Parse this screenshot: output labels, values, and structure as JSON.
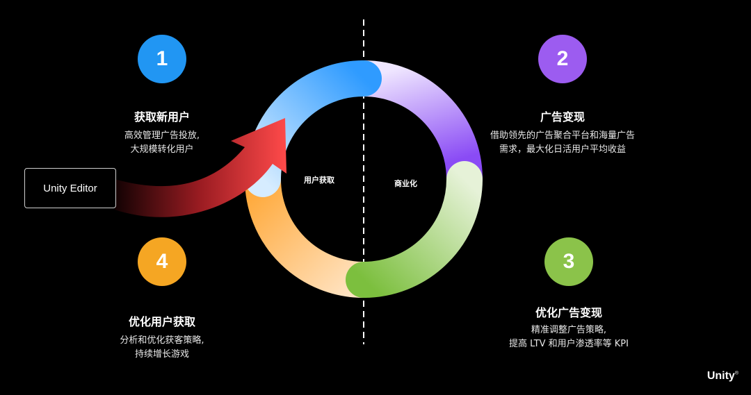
{
  "colors": {
    "step1": "#2196F3",
    "step2": "#9C5CF0",
    "step3": "#8BC34A",
    "step4": "#F5A623",
    "arrow": "#E8333B"
  },
  "editor": {
    "label": "Unity Editor"
  },
  "ring": {
    "left_label": "用户获取",
    "right_label": "商业化"
  },
  "steps": [
    {
      "number": "1",
      "title": "获取新用户",
      "desc": [
        "高效管理广告投放,",
        "大规模转化用户"
      ]
    },
    {
      "number": "2",
      "title": "广告变现",
      "desc": [
        "借助领先的广告聚合平台和海量广告",
        "需求，最大化日活用户平均收益"
      ]
    },
    {
      "number": "3",
      "title": "优化广告变现",
      "desc": [
        "精准调整广告策略,",
        "提高 LTV 和用户渗透率等 KPI"
      ]
    },
    {
      "number": "4",
      "title": "优化用户获取",
      "desc": [
        "分析和优化获客策略,",
        "持续增长游戏"
      ]
    }
  ],
  "logo": {
    "text": "Unity",
    "mark": "®"
  }
}
